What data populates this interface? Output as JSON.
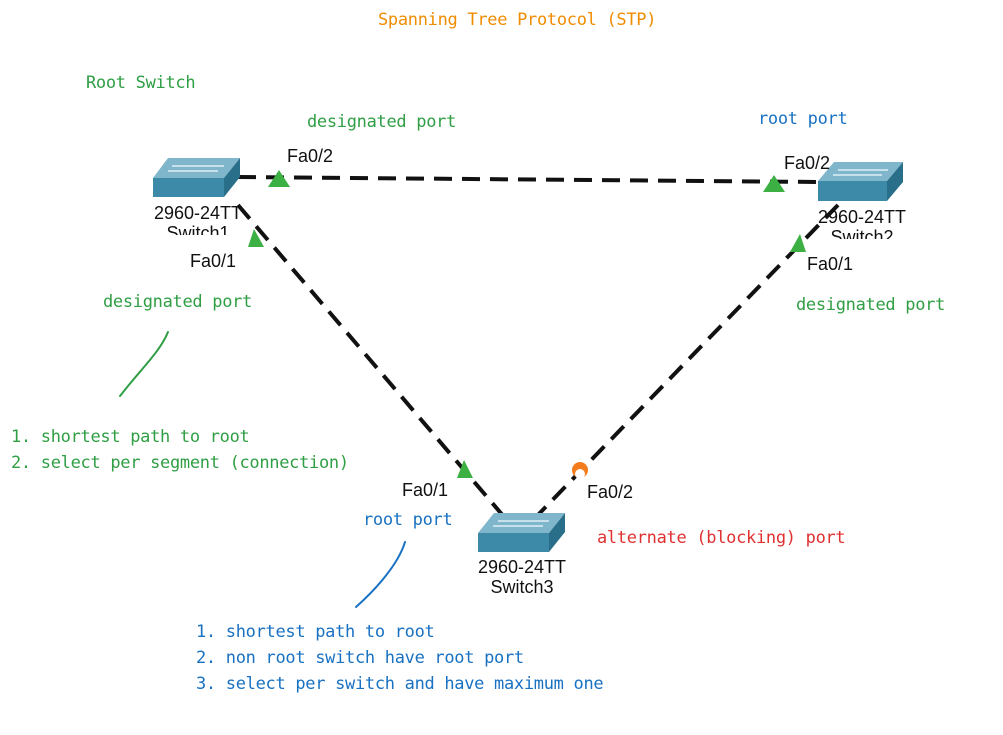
{
  "title": "Spanning Tree Protocol (STP)",
  "root_switch_label": "Root Switch",
  "switches": [
    {
      "model": "2960-24TT",
      "name": "Switch1"
    },
    {
      "model": "2960-24TT",
      "name": "Switch2"
    },
    {
      "model": "2960-24TT",
      "name": "Switch3"
    }
  ],
  "ports": {
    "sw1_fa02": "Fa0/2",
    "sw1_fa01": "Fa0/1",
    "sw2_fa02": "Fa0/2",
    "sw2_fa01": "Fa0/1",
    "sw3_fa01": "Fa0/1",
    "sw3_fa02": "Fa0/2"
  },
  "annotations": {
    "sw1_fa02_role": "designated port",
    "sw1_fa01_role": "designated port",
    "sw2_fa02_role": "root port",
    "sw2_fa01_role": "designated port",
    "sw3_fa01_role": "root port",
    "sw3_fa02_role": "alternate (blocking) port"
  },
  "designated_notes": [
    "1. shortest path to root",
    "2. select per segment (connection)"
  ],
  "root_port_notes": [
    "1. shortest path to root",
    "2. non root switch have root port",
    "3. select per switch and have maximum one"
  ],
  "colors": {
    "title": "#f08c00",
    "designated": "#2f9e44",
    "root_port": "#1971c2",
    "alternate": "#e03131",
    "link": "#111111",
    "switch_top": "#7fb6cc",
    "switch_front": "#3d8aa8",
    "switch_side": "#2a6f8a",
    "port_forwarding": "#3cb043",
    "port_blocking": "#f27b1c"
  }
}
